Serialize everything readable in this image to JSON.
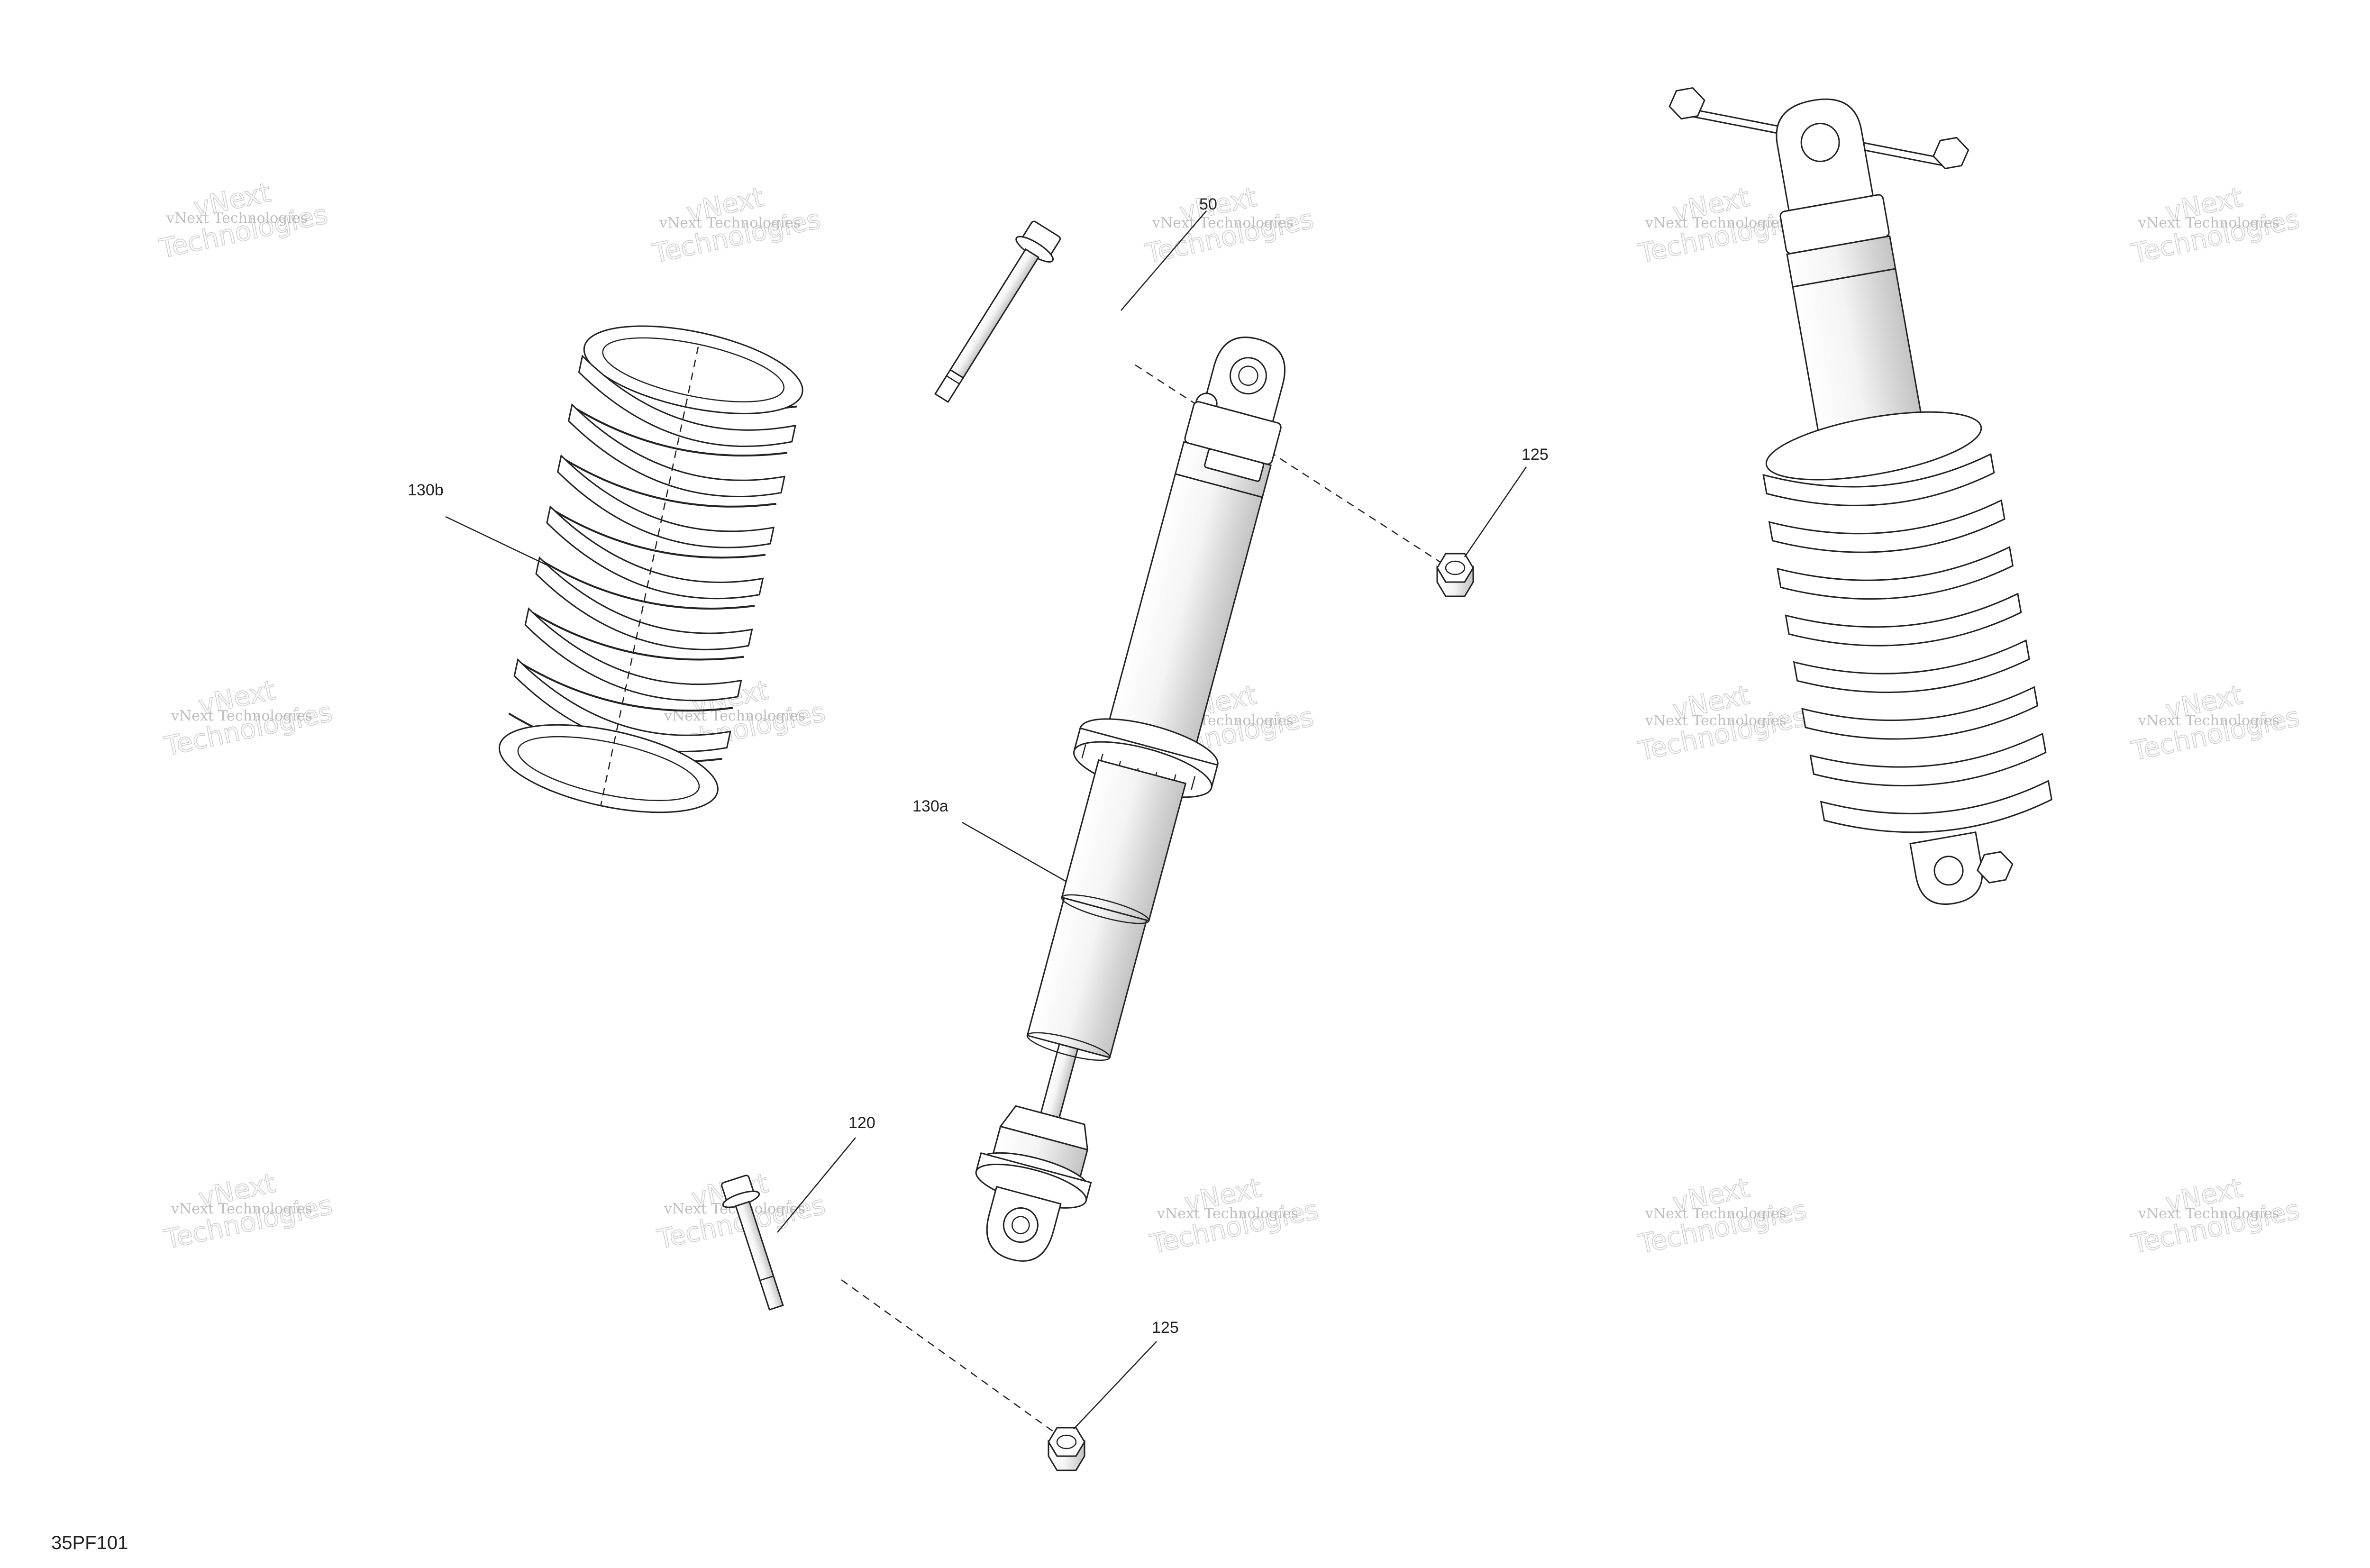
{
  "diagram": {
    "ref_code": "35PF101",
    "callouts": {
      "spring": "130b",
      "shock": "130a",
      "top_bolt": "50",
      "top_nut": "125",
      "bottom_bolt": "120",
      "bottom_nut": "125"
    },
    "watermark": {
      "small": "vNext Technologies",
      "big_line1": "vNext",
      "big_line2": "Technologies"
    }
  }
}
